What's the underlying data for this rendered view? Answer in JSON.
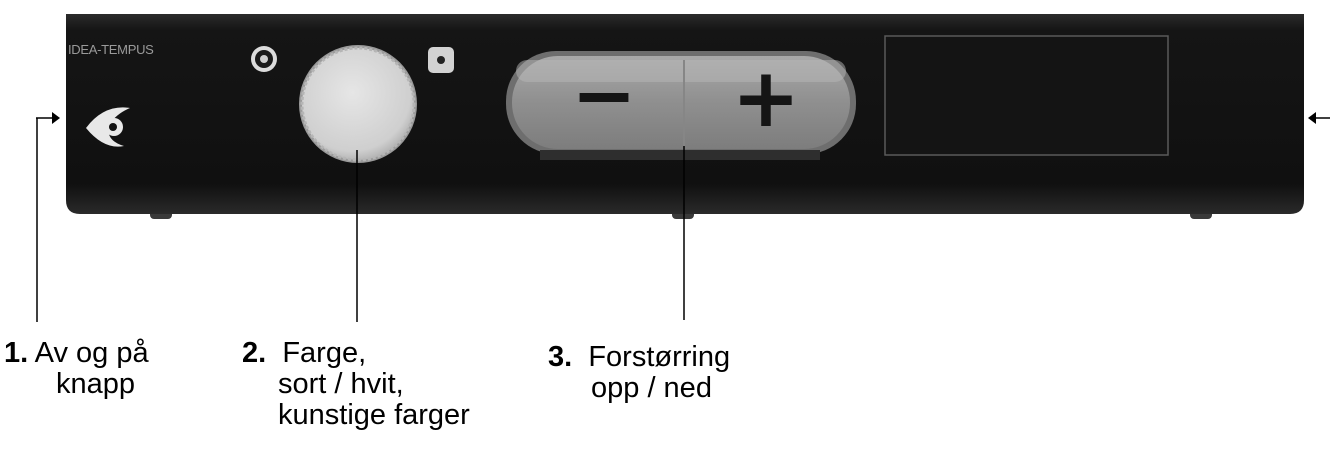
{
  "device": {
    "brand_text": "IDEA-TEMPUS",
    "minus_symbol": "−",
    "plus_symbol": "+"
  },
  "callouts": [
    {
      "number": "1.",
      "lines": [
        "Av og på",
        "knapp"
      ]
    },
    {
      "number": "2.",
      "lines": [
        "Farge,",
        "sort / hvit,",
        "kunstige farger"
      ]
    },
    {
      "number": "3.",
      "lines": [
        "Forstørring",
        "opp / ned"
      ]
    }
  ],
  "colors": {
    "body": "#121212",
    "body_edge": "#2a2a2a",
    "knob": "#d9d9d9",
    "button": "#8c8c8c",
    "screen_border": "#555555"
  }
}
